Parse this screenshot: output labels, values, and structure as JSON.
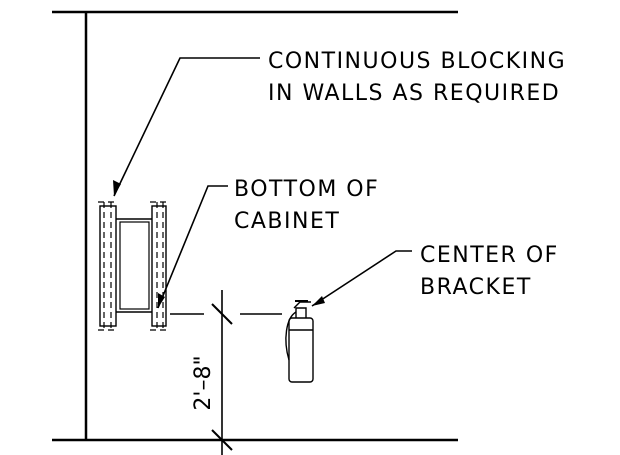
{
  "labels": {
    "blocking_line1": "CONTINUOUS BLOCKING",
    "blocking_line2": "IN WALLS AS REQUIRED",
    "cabinet_line1": "BOTTOM OF",
    "cabinet_line2": "CABINET",
    "bracket_line1": "CENTER OF",
    "bracket_line2": "BRACKET"
  },
  "dimension": {
    "text": "2'–8\""
  }
}
